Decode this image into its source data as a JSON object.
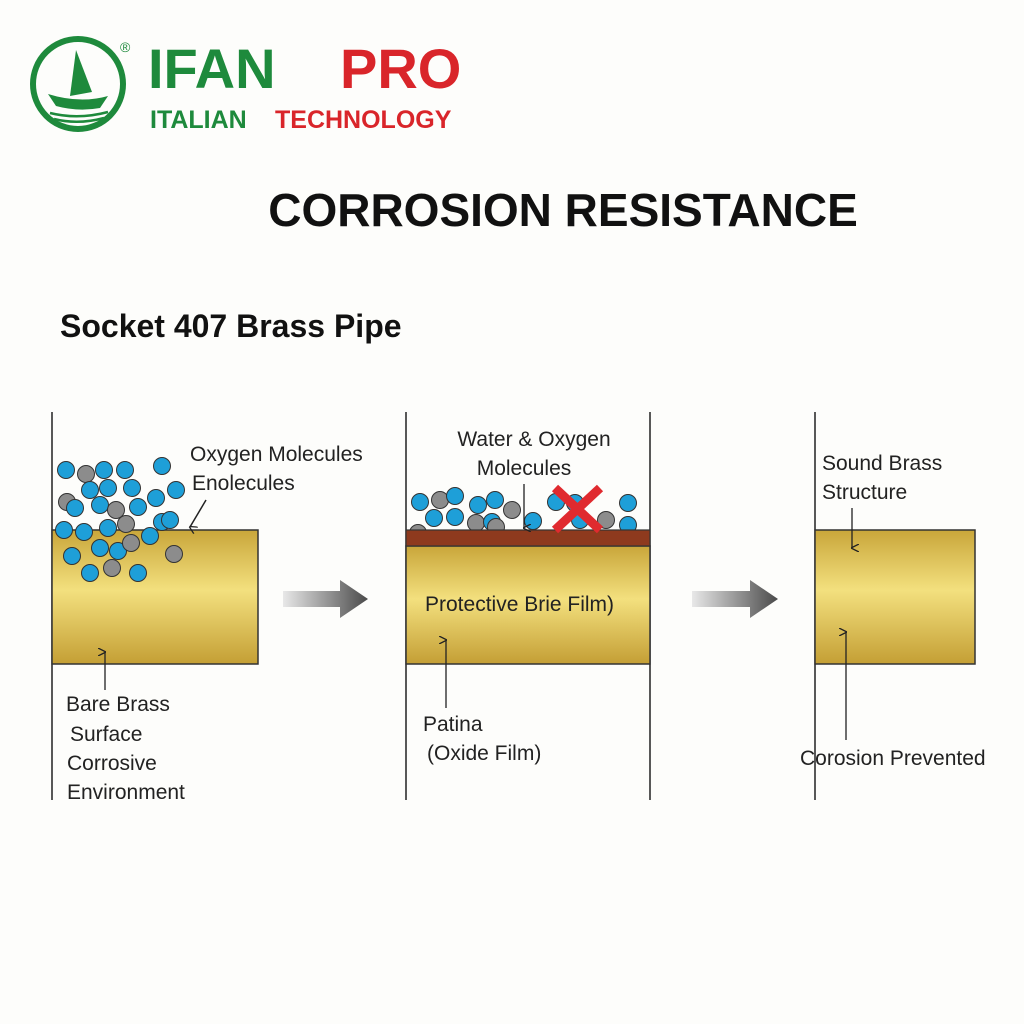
{
  "logo": {
    "brand_a": "IFAN",
    "brand_b": "PRO",
    "registered": "®",
    "tagline_a": "ITALIAN",
    "tagline_b": "TECHNOLOGY"
  },
  "title": "CORROSION RESISTANCE",
  "subtitle": "Socket 407 Brass Pipe",
  "panels": [
    {
      "labels": [
        "Oxygen Molecules",
        "Enolecules"
      ],
      "bottom_labels": [
        "Bare Brass",
        "Surface",
        "Corrosive",
        "Environment"
      ]
    },
    {
      "labels": [
        "Water & Oxygen",
        "Molecules"
      ],
      "film_label": "Protective Brie Film)",
      "bottom_labels": [
        "Patina",
        "(Oxide Film)"
      ]
    },
    {
      "labels": [
        "Sound Brass",
        "Structure"
      ],
      "bottom_labels": [
        "Corosion Prevented"
      ]
    }
  ],
  "colors": {
    "green": "#1e8a3c",
    "red": "#d9252a",
    "brass": "#d8b84a",
    "patina": "#8e3a1e",
    "blue": "#1e9fd8",
    "gray": "#8c8c8c"
  }
}
